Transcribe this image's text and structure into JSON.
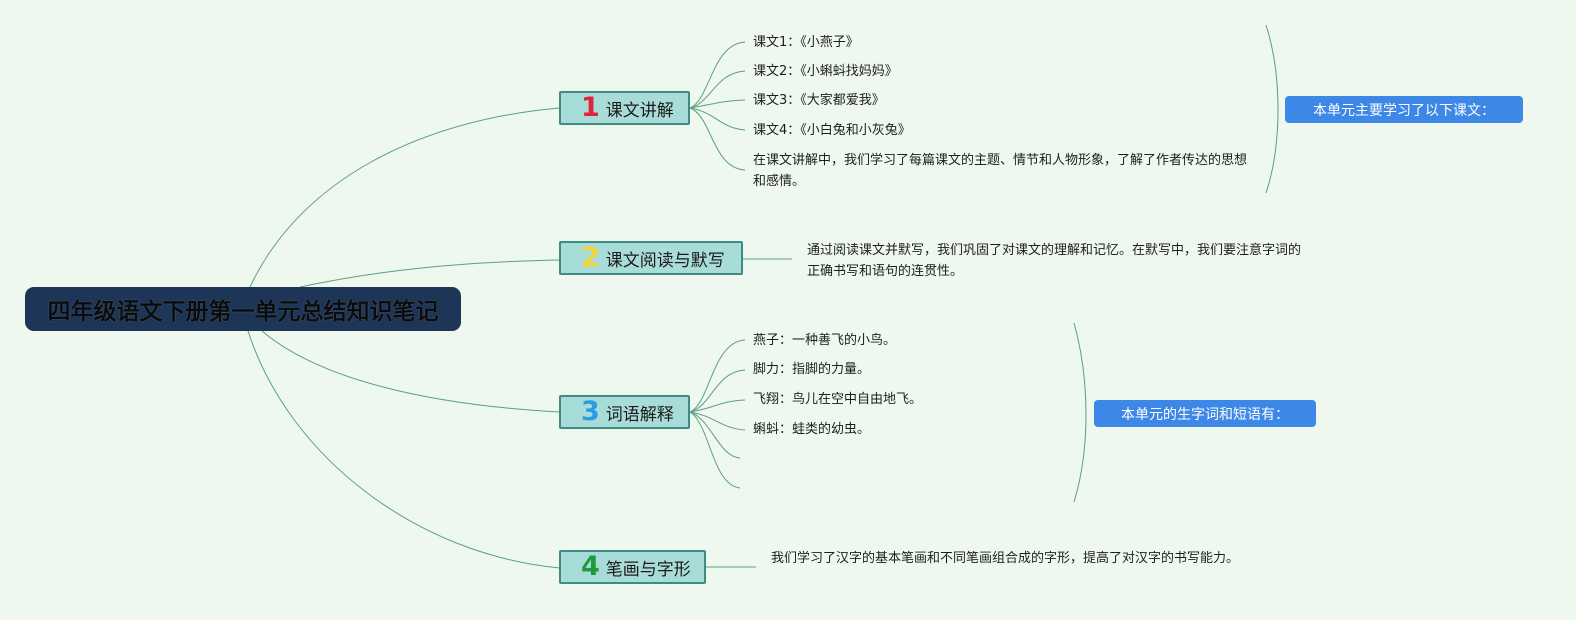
{
  "root": {
    "title": "四年级语文下册第一单元总结知识笔记"
  },
  "topics": [
    {
      "number": "1",
      "number_color": "#e0243a",
      "label": "课文讲解",
      "leaves": [
        "课文1：《小燕子》",
        "课文2：《小蝌蚪找妈妈》",
        "课文3：《大家都爱我》",
        "课文4：《小白兔和小灰兔》"
      ],
      "paragraph": "在课文讲解中，我们学习了每篇课文的主题、情节和人物形象，了解了作者传达的思想和感情。",
      "summary": "本单元主要学习了以下课文："
    },
    {
      "number": "2",
      "number_color": "#f4d23a",
      "label": "课文阅读与默写",
      "paragraph": "通过阅读课文并默写，我们巩固了对课文的理解和记忆。在默写中，我们要注意字词的正确书写和语句的连贯性。"
    },
    {
      "number": "3",
      "number_color": "#2a9de0",
      "label": "词语解释",
      "leaves": [
        "燕子：一种善飞的小鸟。",
        "脚力：指脚的力量。",
        "飞翔：鸟儿在空中自由地飞。",
        "蝌蚪：蛙类的幼虫。"
      ],
      "summary": "本单元的生字词和短语有："
    },
    {
      "number": "4",
      "number_color": "#1e9a3c",
      "label": "笔画与字形",
      "paragraph": "我们学习了汉字的基本笔画和不同笔画组合成的字形，提高了对汉字的书写能力。"
    }
  ],
  "colors": {
    "background": "#eef8ee",
    "root_fill": "#1d3556",
    "topic_fill": "#a8dcd9",
    "topic_border": "#3f8a83",
    "summary_fill": "#3d87e6",
    "link": "#5c9e86"
  }
}
